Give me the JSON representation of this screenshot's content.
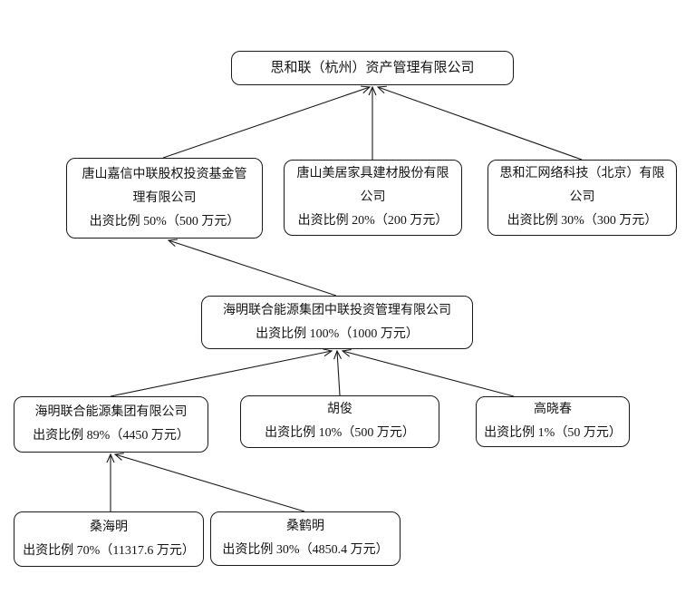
{
  "diagram": {
    "type": "equity-ownership-structure",
    "nodes": {
      "root": {
        "name": "思和联（杭州）资产管理有限公司"
      },
      "tangshan_jiaxin": {
        "name": "唐山嘉信中联股权投资基金管理有限公司",
        "stake": "出资比例 50%（500 万元）"
      },
      "tangshan_meiju": {
        "name": "唐山美居家具建材股份有限公司",
        "stake": "出资比例 20%（200 万元）"
      },
      "sihehui_network": {
        "name": "思和汇网络科技（北京）有限公司",
        "stake": "出资比例 30%（300 万元）"
      },
      "haiming_zhonglian": {
        "name": "海明联合能源集团中联投资管理有限公司",
        "stake": "出资比例 100%（1000 万元）"
      },
      "haiming_group": {
        "name": "海明联合能源集团有限公司",
        "stake": "出资比例 89%（4450 万元）"
      },
      "hu_jun": {
        "name": "胡俊",
        "stake": "出资比例 10%（500 万元）"
      },
      "gao_xiaochun": {
        "name": "高晓春",
        "stake": "出资比例 1%（50 万元）"
      },
      "sang_haiming": {
        "name": "桑海明",
        "stake": "出资比例 70%（11317.6 万元）"
      },
      "sang_heming": {
        "name": "桑鹤明",
        "stake": "出资比例 30%（4850.4 万元）"
      }
    },
    "edges": [
      {
        "from": "tangshan_jiaxin",
        "to": "root"
      },
      {
        "from": "tangshan_meiju",
        "to": "root"
      },
      {
        "from": "sihehui_network",
        "to": "root"
      },
      {
        "from": "haiming_zhonglian",
        "to": "tangshan_jiaxin"
      },
      {
        "from": "haiming_group",
        "to": "haiming_zhonglian"
      },
      {
        "from": "hu_jun",
        "to": "haiming_zhonglian"
      },
      {
        "from": "gao_xiaochun",
        "to": "haiming_zhonglian"
      },
      {
        "from": "sang_haiming",
        "to": "haiming_group"
      },
      {
        "from": "sang_heming",
        "to": "haiming_group"
      }
    ],
    "colors": {
      "background": "#ffffff",
      "line": "#1a1a1a",
      "box_border": "#1a1a1a",
      "text": "#141414"
    }
  }
}
